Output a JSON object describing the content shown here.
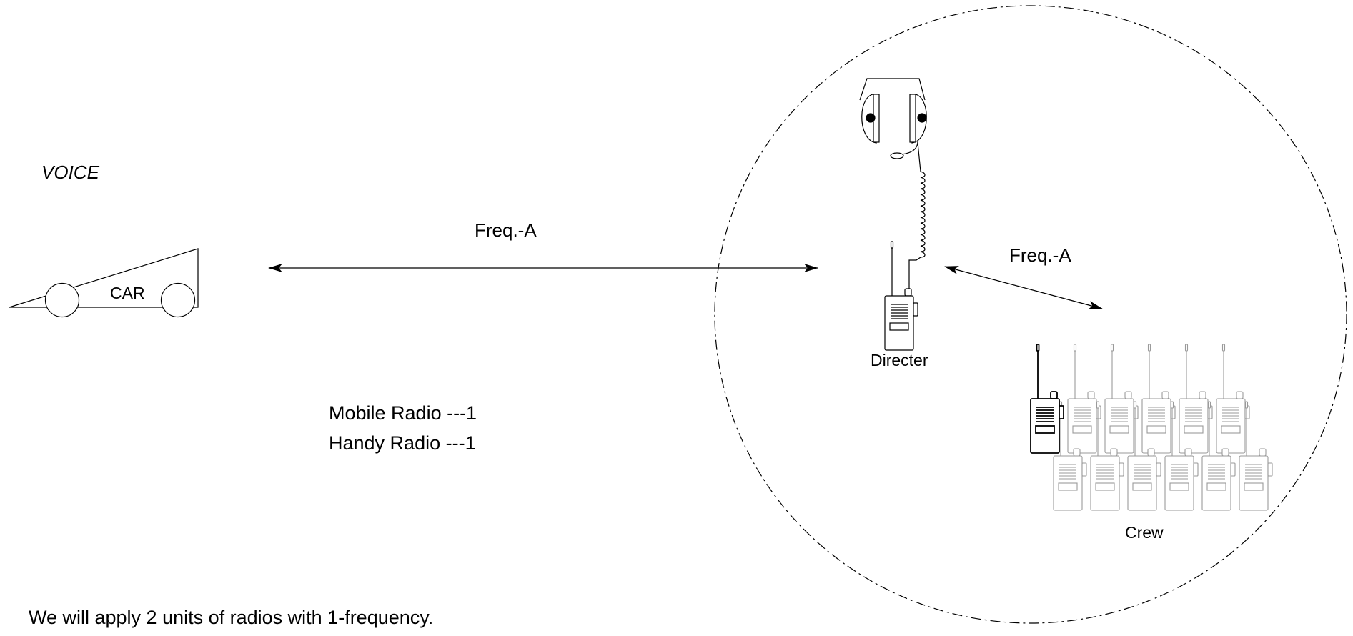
{
  "heading": "VOICE",
  "car": {
    "label": "CAR"
  },
  "links": {
    "car_to_director": "Freq.-A",
    "director_to_crew": "Freq.-A"
  },
  "equipment": {
    "mobile": "Mobile Radio ---1",
    "handy": "Handy Radio ---1"
  },
  "director": {
    "label": "Directer"
  },
  "crew": {
    "label": "Crew"
  },
  "summary": "We will apply 2 units of radios with 1-frequency.",
  "icons": [
    "car-icon",
    "headset-icon",
    "handheld-radio-icon",
    "crew-radios-icon"
  ],
  "colors": {
    "line": "#000000",
    "crew_radio": "#9a9a9a"
  }
}
